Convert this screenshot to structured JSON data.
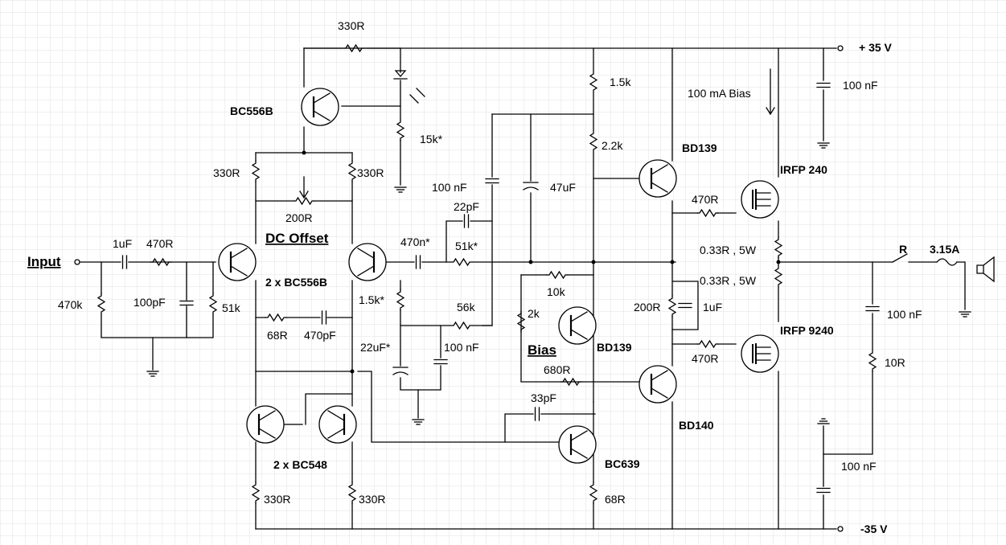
{
  "labels": {
    "r330_top": "330R",
    "plus35": "+ 35 V",
    "minus35": "-35 V",
    "c100n_top": "100 nF",
    "r1_5k": "1.5k",
    "bias100": "100 mA Bias",
    "q_bc556_top": "BC556B",
    "r15k": "15k*",
    "r2_2k": "2.2k",
    "q_bd139_top": "BD139",
    "q_irfp240": "IRFP 240",
    "r330_l": "330R",
    "r330_r": "330R",
    "c100n_mid": "100 nF",
    "c47u": "47uF",
    "c22p": "22pF",
    "r470_gate_top": "470R",
    "r200": "200R",
    "dc_offset": "DC Offset",
    "c470n": "470n*",
    "r51k_fb": "51k*",
    "r033_top": "0.33R , 5W",
    "sw_r": "R",
    "fuse": "3.15A",
    "input": "Input",
    "c1u": "1uF",
    "r470_in": "470R",
    "pair_bc556": "2 x BC556B",
    "r10k": "10k",
    "r033_bot": "0.33R , 5W",
    "r470k": "470k",
    "c100p": "100pF",
    "r51k_in": "51k",
    "r1_5k_b": "1.5k*",
    "r56k": "56k",
    "r2k": "2k",
    "r200_out": "200R",
    "c1u_out": "1uF",
    "c100n_zob": "100 nF",
    "r68": "68R",
    "c470p": "470pF",
    "q_irfp9240": "IRFP 9240",
    "c22u": "22uF*",
    "c100n_fb": "100 nF",
    "bias": "Bias",
    "q_bd139_bias": "BD139",
    "r470_gate_bot": "470R",
    "r10r": "10R",
    "r680": "680R",
    "q_bd140": "BD140",
    "c33p": "33pF",
    "pair_bc548": "2 x BC548",
    "q_bc639": "BC639",
    "c100n_bot": "100 nF",
    "r330_bl": "330R",
    "r330_br": "330R",
    "r68_bot": "68R"
  },
  "colors": {
    "wire": "#000000",
    "background": "#ffffff",
    "grid": "#d9d9d9"
  }
}
